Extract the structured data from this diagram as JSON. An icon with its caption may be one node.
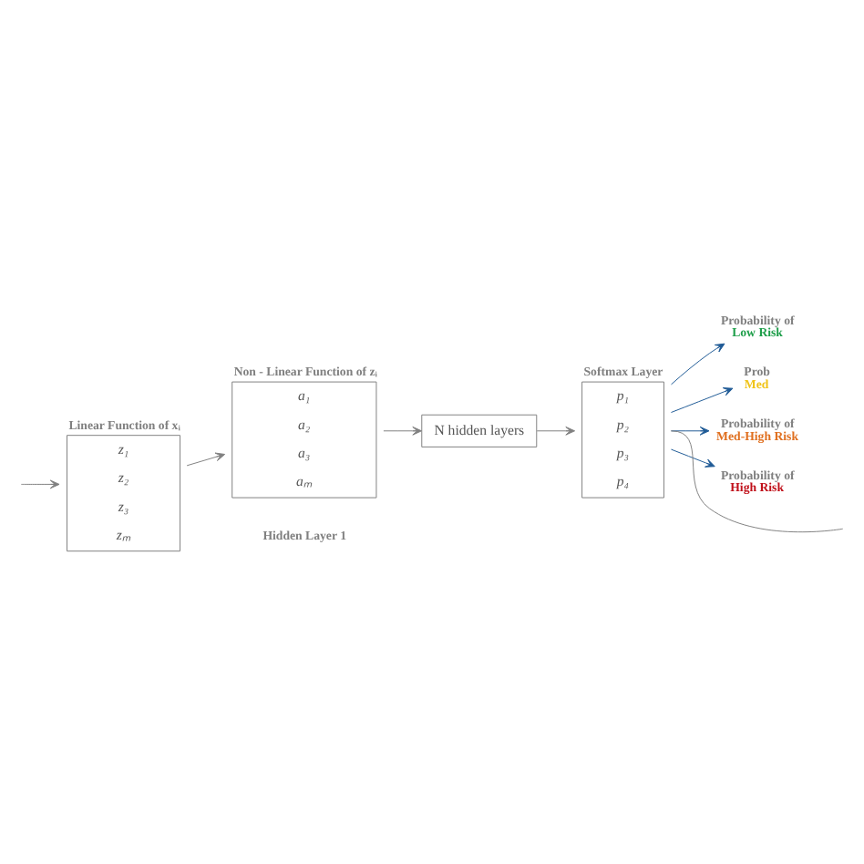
{
  "diagram": {
    "nodes": [
      {
        "text": [
          "Linear Function of xᵢ",
          "z₁",
          "z₂",
          "z₃",
          "zₘ"
        ]
      },
      {
        "text": [
          "Non - Linear Function of zᵢ",
          "a₁",
          "a₂",
          "a₃",
          "aₘ"
        ]
      },
      {
        "text": [
          "N hidden layers"
        ]
      },
      {
        "text": [
          "Softmax Layer",
          "p₁",
          "p₂",
          "p₃",
          "p₄"
        ]
      },
      {
        "text": [
          "Probability of",
          "Low Risk"
        ]
      },
      {
        "text": [
          "Prob",
          "Med"
        ]
      },
      {
        "text": [
          "Probability of",
          "Med-High Risk"
        ]
      },
      {
        "text": [
          "Probability of",
          "High Risk"
        ]
      }
    ],
    "edges": [
      {
        "from": null,
        "to": 0,
        "arrow": "to"
      },
      {
        "from": 0,
        "to": 1,
        "arrow": "to"
      },
      {
        "from": 1,
        "to": 2,
        "arrow": "to"
      },
      {
        "from": 2,
        "to": 3,
        "arrow": "to"
      },
      {
        "from": 3,
        "to": 4,
        "arrow": "to",
        "color": "#1f5a96"
      },
      {
        "from": 3,
        "to": 5,
        "arrow": "to",
        "color": "#1f5a96"
      },
      {
        "from": 3,
        "to": 6,
        "arrow": "to",
        "color": "#1f5a96"
      },
      {
        "from": 3,
        "to": 7,
        "arrow": "to",
        "color": "#1f5a96"
      },
      {
        "from": 3,
        "to": null,
        "arrow": "none"
      }
    ],
    "labels": [
      "Hidden Layer 1"
    ]
  }
}
